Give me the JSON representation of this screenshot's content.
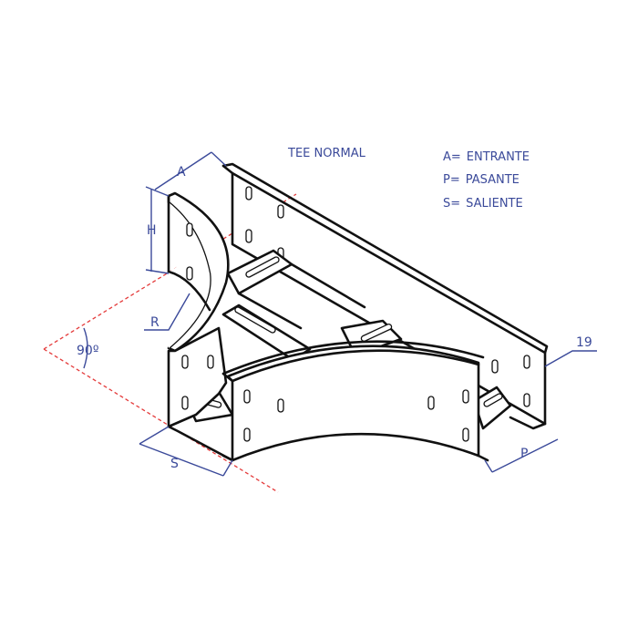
{
  "title": "TEE NORMAL",
  "legend": [
    {
      "key": "A=",
      "value": "ENTRANTE"
    },
    {
      "key": "P=",
      "value": "PASANTE"
    },
    {
      "key": "S=",
      "value": "SALIENTE"
    }
  ],
  "dimensions": {
    "a": "A",
    "h": "H",
    "r": "R",
    "angle": "90º",
    "s": "S",
    "p": "P",
    "flange": "19"
  },
  "colors": {
    "dimension": "#3b4a9a",
    "centerline": "#e43a3a",
    "outline": "#111111"
  }
}
